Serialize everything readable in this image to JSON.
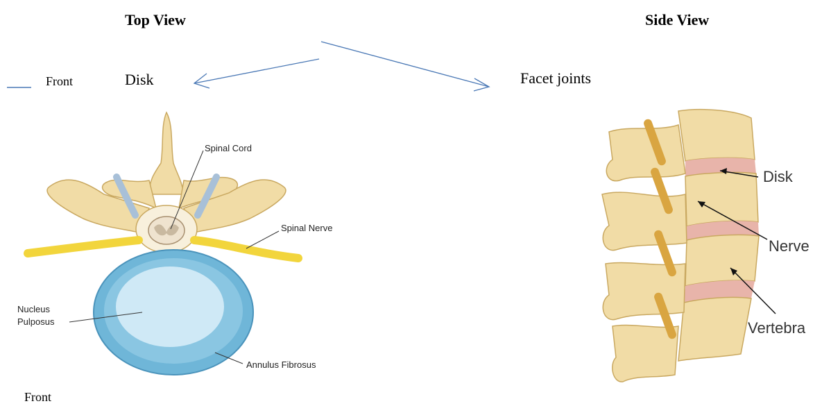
{
  "headings": {
    "top_view": "Top View",
    "side_view": "Side View"
  },
  "callouts": {
    "disk": "Disk",
    "facet_joints": "Facet joints",
    "front_top": "Front",
    "front_bottom": "Front"
  },
  "top_view_labels": {
    "spinal_cord": "Spinal Cord",
    "spinal_nerve": "Spinal Nerve",
    "nucleus_line1": "Nucleus",
    "nucleus_line2": "Pulposus",
    "annulus": "Annulus Fibrosus"
  },
  "side_view_labels": {
    "disk": "Disk",
    "nerve": "Nerve",
    "vertebra": "Vertebra"
  },
  "colors": {
    "arrow": "#4a78b5",
    "bone": "#f1dca6",
    "bone_outline": "#c9a860",
    "nerve": "#f2d53c",
    "disk_outer": "#6fb6d8",
    "disk_inner": "#cfe9f6",
    "disk_side": "#e8b4aa"
  }
}
